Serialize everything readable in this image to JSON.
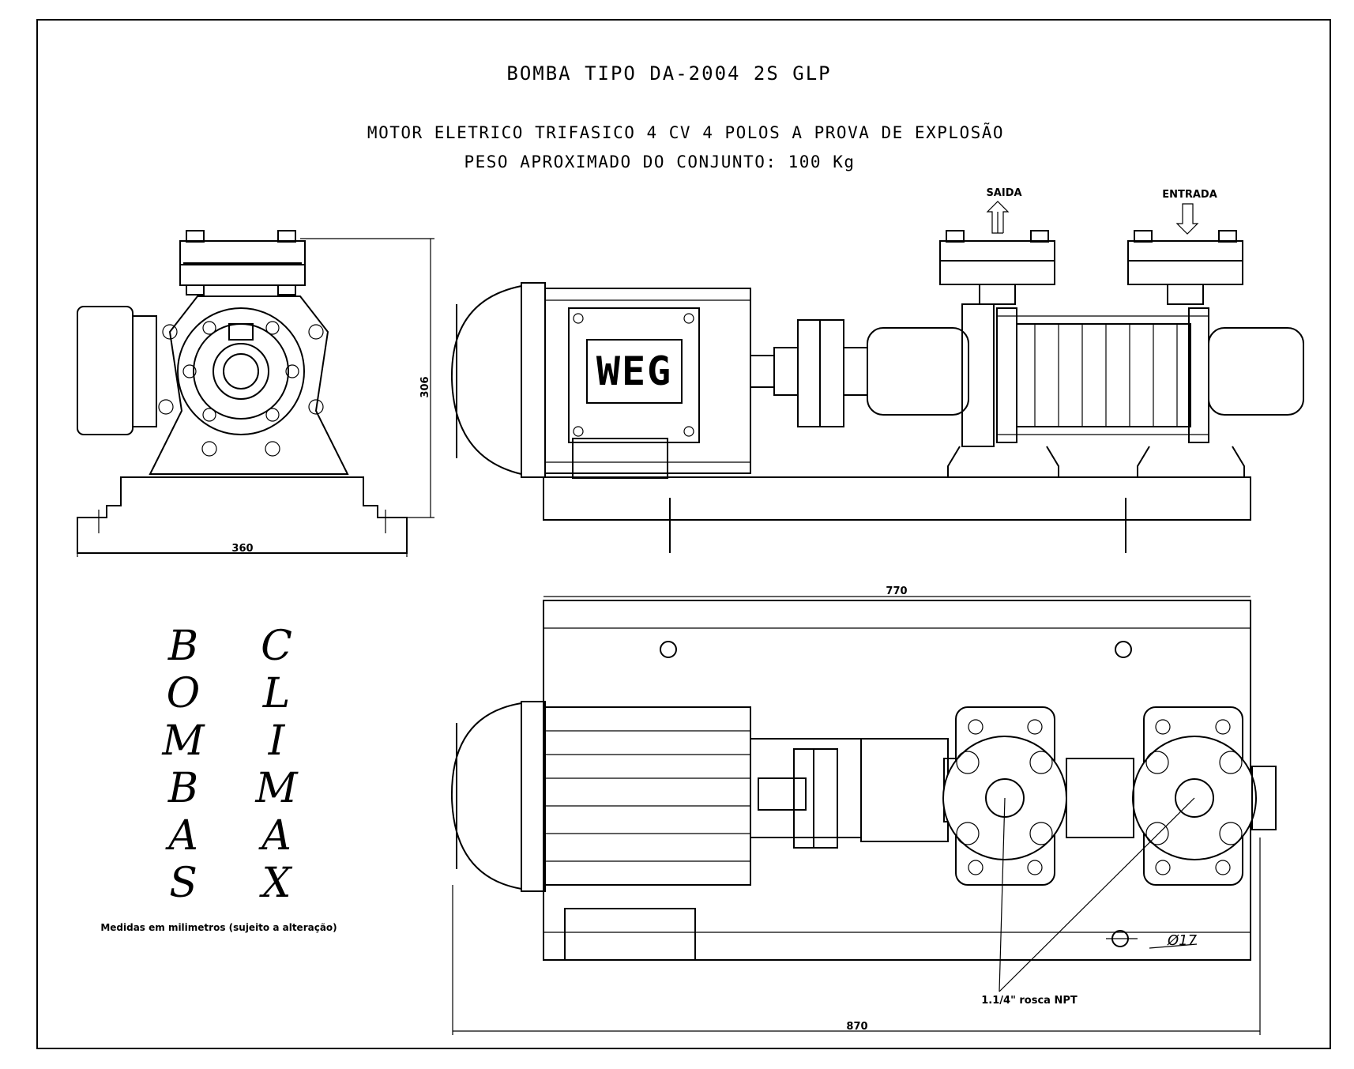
{
  "title": "BOMBA TIPO DA-2004 2S GLP",
  "motor_line": "MOTOR ELETRICO TRIFASICO 4 CV 4 POLOS A PROVA DE EXPLOSÃO",
  "weight_line": "PESO APROXIMADO DO CONJUNTO: 100 Kg",
  "labels": {
    "saida": "SAIDA",
    "entrada": "ENTRADA",
    "npt": "1.1/4\" rosca NPT",
    "hole": "Ø17",
    "motor_logo": "WEG"
  },
  "dimensions": {
    "height": "306",
    "width_front": "360",
    "base_length": "770",
    "total_length": "870"
  },
  "brand": {
    "column_left": [
      "B",
      "O",
      "M",
      "B",
      "A",
      "S"
    ],
    "column_right": [
      "C",
      "L",
      "I",
      "M",
      "A",
      "X"
    ]
  },
  "note": "Medidas em milimetros (sujeito a alteração)"
}
